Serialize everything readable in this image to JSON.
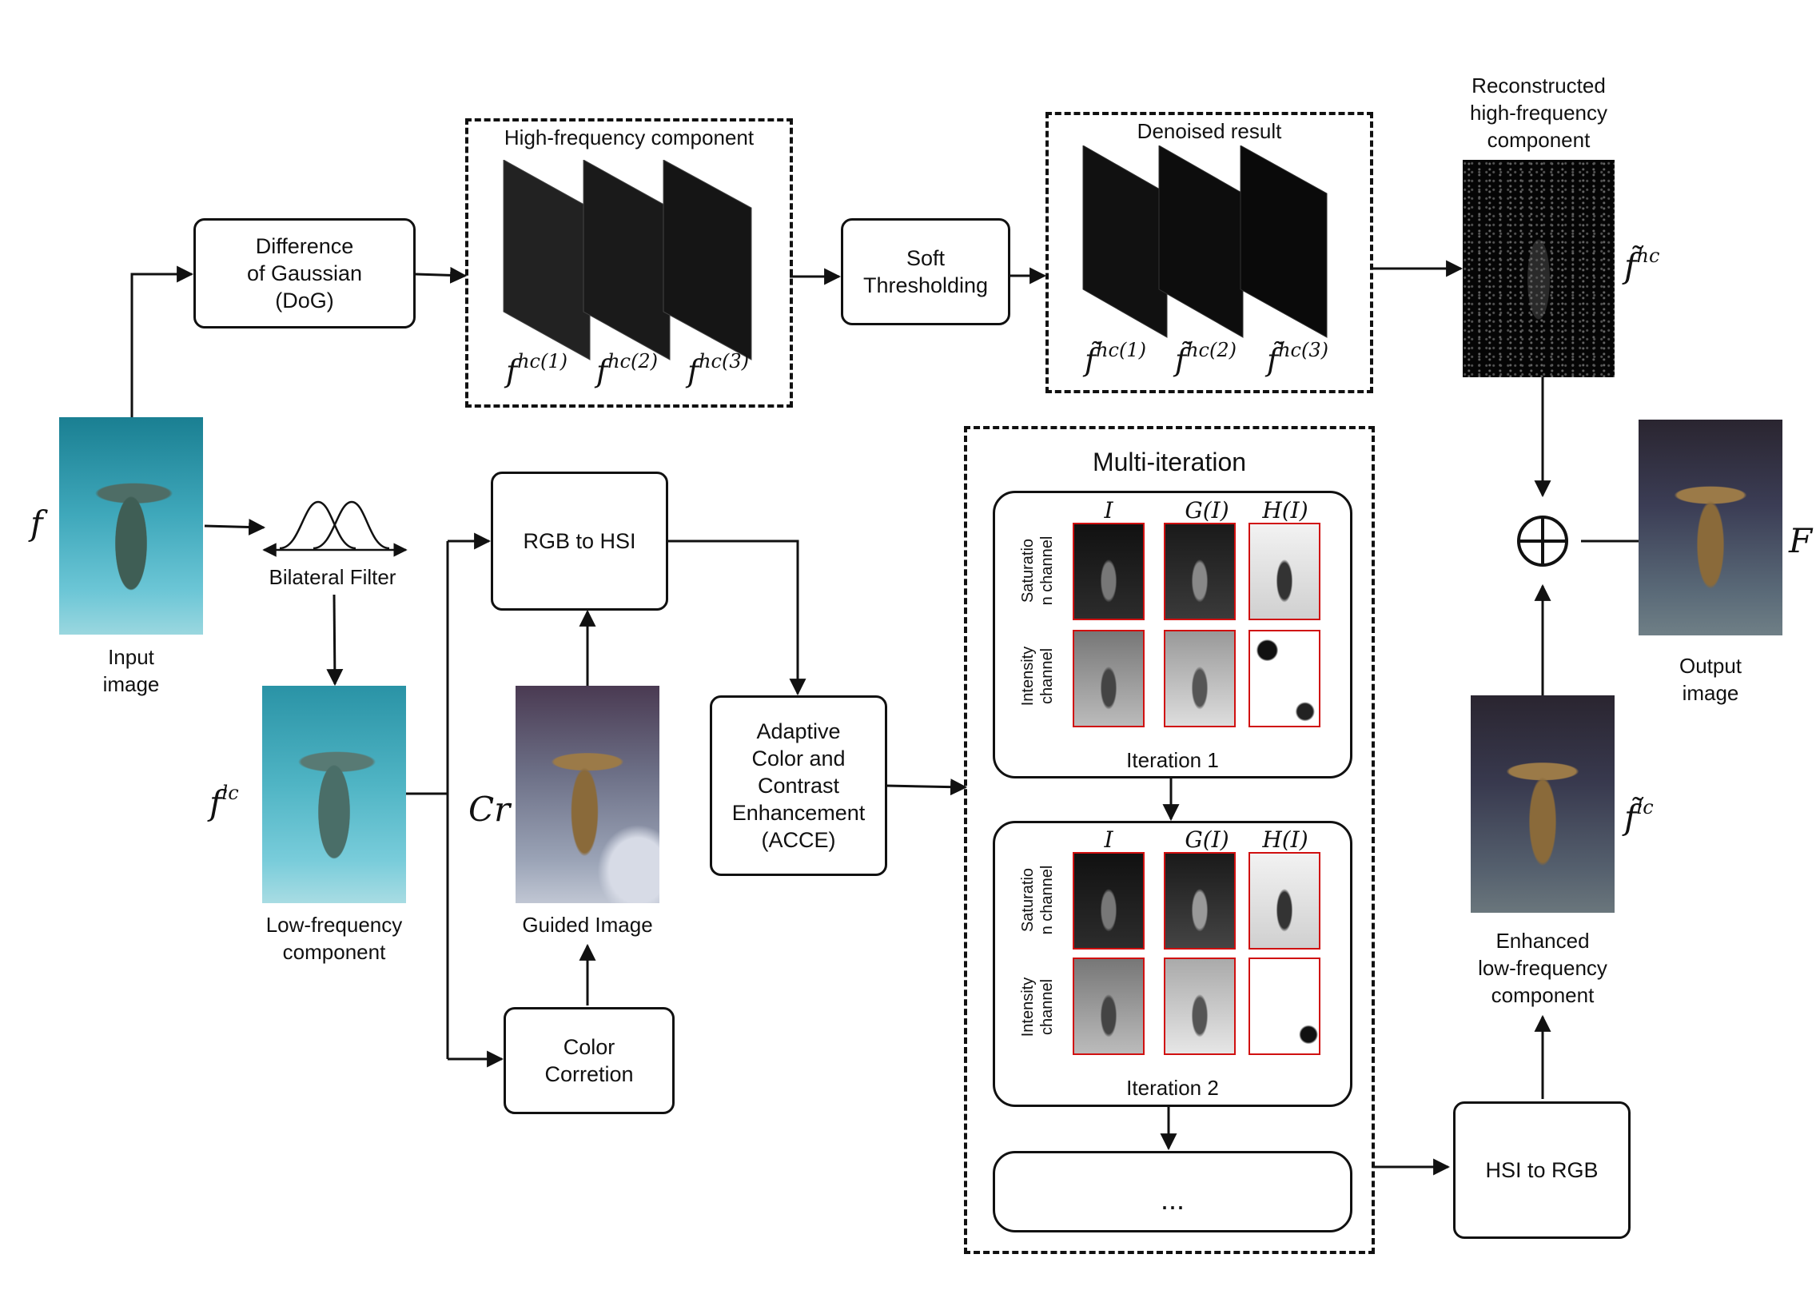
{
  "math": {
    "f": "f",
    "F": "F",
    "Cr": "Cr",
    "flc_base": "f",
    "flc_sup": "lc",
    "fhc1_base": "f",
    "fhc1_sup": "hc(1)",
    "fhc2_base": "f",
    "fhc2_sup": "hc(2)",
    "fhc3_base": "f",
    "fhc3_sup": "hc(3)",
    "tfhc1_base": "f̃",
    "tfhc1_sup": "hc(1)",
    "tfhc2_base": "f̃",
    "tfhc2_sup": "hc(2)",
    "tfhc3_base": "f̃",
    "tfhc3_sup": "hc(3)",
    "tfhc_base": "f̃",
    "tfhc_sup": "hc",
    "tflc_base": "f̃",
    "tflc_sup": "lc",
    "col_I": "I",
    "col_G": "G(I)",
    "col_H": "H(I)"
  },
  "labels": {
    "input_image": "Input\nimage",
    "bilateral_filter": "Bilateral Filter",
    "low_freq": "Low-frequency\ncomponent",
    "guided_image": "Guided Image",
    "high_freq": "High-frequency component",
    "denoised": "Denoised result",
    "reconstructed": "Reconstructed\nhigh-frequency\ncomponent",
    "multi_iteration": "Multi-iteration",
    "saturation_channel": "Saturatio\nn channel",
    "intensity_channel": "Intensity\nchannel",
    "iteration1": "Iteration 1",
    "iteration2": "Iteration 2",
    "ellipsis": "...",
    "enhanced": "Enhanced\nlow-frequency\ncomponent",
    "output_image": "Output\nimage"
  },
  "boxes": {
    "dog": "Difference\nof Gaussian\n(DoG)",
    "soft": "Soft\nThresholding",
    "rgb_hsi": "RGB to HSI",
    "acce": "Adaptive\nColor and\nContrast\nEnhancement\n(ACCE)",
    "color_corr": "Color\nCorretion",
    "hsi_rgb": "HSI to RGB"
  },
  "colors": {
    "underwater_light": "#5cc0d4",
    "underwater_dark": "#1a7f92",
    "enhanced_dark": "#2a2530",
    "enhanced_warm": "#8a6a3a",
    "thumb_border": "#d01010"
  },
  "icons": {
    "sum": "circle-plus-icon"
  }
}
